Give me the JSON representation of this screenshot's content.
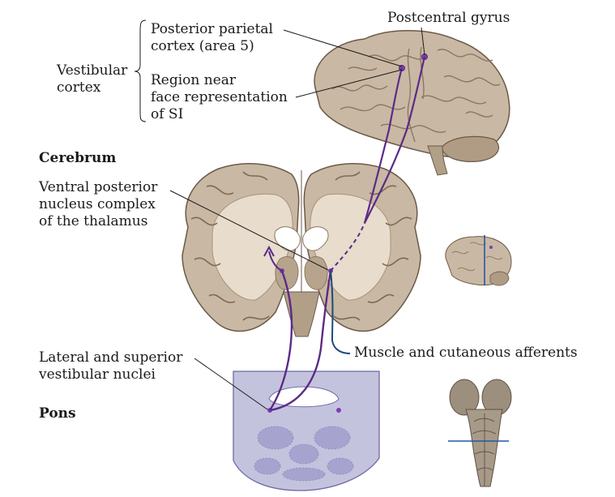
{
  "labels": {
    "vestibular_cortex": [
      "Vestibular",
      "cortex"
    ],
    "posterior_parietal": [
      "Posterior parietal",
      "cortex (area 5)"
    ],
    "region_near_face": [
      "Region near",
      "face representation",
      "of SI"
    ],
    "postcentral_gyrus": "Postcentral gyrus",
    "cerebrum": "Cerebrum",
    "ventral_posterior": [
      "Ventral posterior",
      "nucleus complex",
      "of the thalamus"
    ],
    "muscle_cutaneous": "Muscle and cutaneous afferents",
    "lateral_superior": [
      "Lateral and superior",
      "vestibular nuclei"
    ],
    "pons": "Pons"
  },
  "colors": {
    "pathway": "#5b2a86",
    "afferent": "#1c4a7a",
    "section_line": "#2457a6",
    "brain_fill": "#c9b8a3",
    "brain_gyrus": "#b29f88",
    "brain_outline": "#6b5a48",
    "white_matter": "#e8dccc",
    "pons_fill": "#c4c3de",
    "pons_dark": "#9a97c4",
    "brainstem": "#9c8f7e"
  }
}
